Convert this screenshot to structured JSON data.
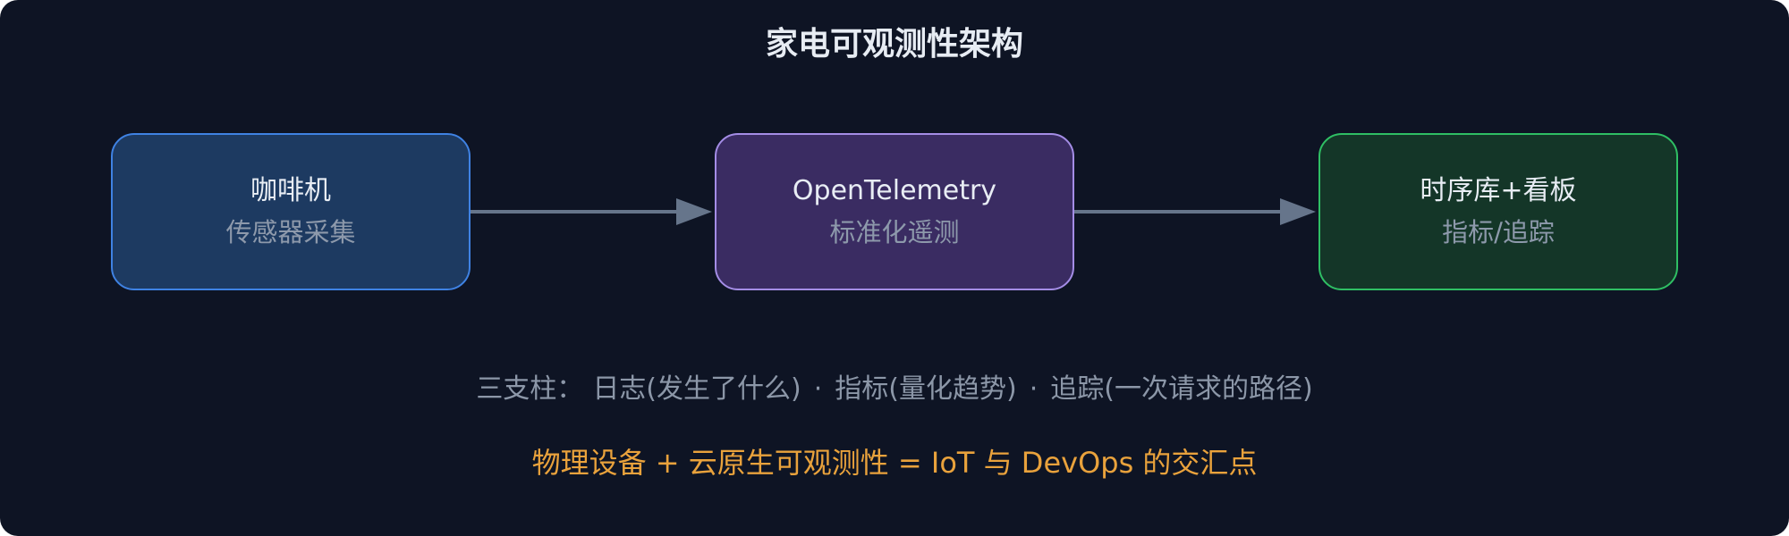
{
  "title": "家电可观测性架构",
  "nodes": [
    {
      "label": "咖啡机",
      "sublabel": "传感器采集"
    },
    {
      "label": "OpenTelemetry",
      "sublabel": "标准化遥测"
    },
    {
      "label": "时序库+看板",
      "sublabel": "指标/追踪"
    }
  ],
  "pillars": {
    "prefix": "三支柱：",
    "items": [
      "日志(发生了什么)",
      "指标(量化趋势)",
      "追踪(一次请求的路径)"
    ],
    "separator": "·"
  },
  "tagline": "物理设备 + 云原生可观测性 = IoT 与 DevOps 的交汇点",
  "colors": {
    "background": "#0e1424",
    "node_1_fill": "#1d3a61",
    "node_1_border": "#3f82e3",
    "node_2_fill": "#3a2c62",
    "node_2_border": "#a48de6",
    "node_3_fill": "#143628",
    "node_3_border": "#2fbf64",
    "arrow": "#66758b",
    "tagline": "#e9a23c"
  }
}
